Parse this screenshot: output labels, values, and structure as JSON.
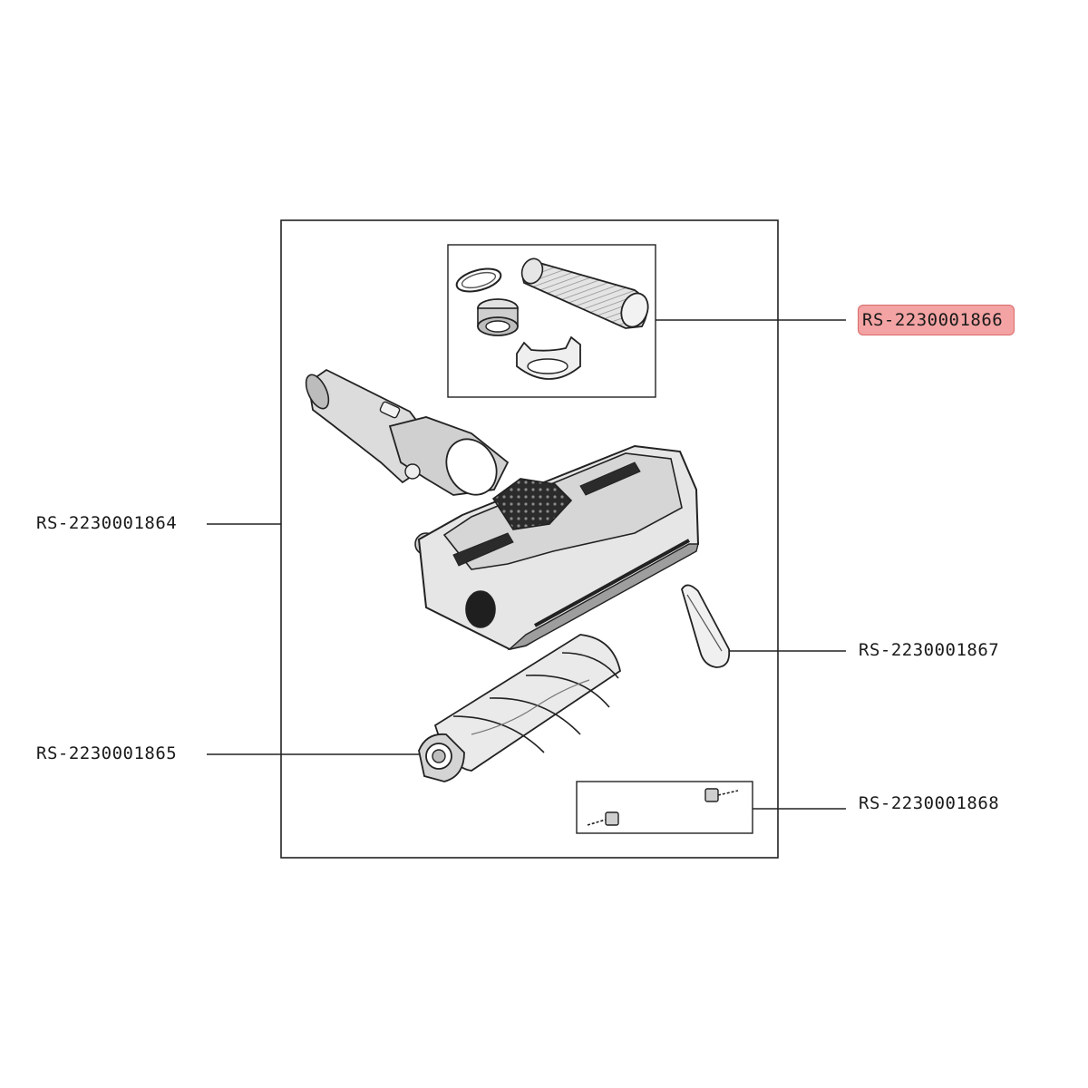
{
  "parts": [
    {
      "id": "1864",
      "label": "RS-2230001864"
    },
    {
      "id": "1865",
      "label": "RS-2230001865"
    },
    {
      "id": "1866",
      "label": "RS-2230001866",
      "highlighted": true
    },
    {
      "id": "1867",
      "label": "RS-2230001867"
    },
    {
      "id": "1868",
      "label": "RS-2230001868"
    }
  ],
  "colors": {
    "highlight_fill": "#f3a3a3",
    "highlight_border": "#d86a6a",
    "line": "#222222",
    "part_fill": "#dcdcdc",
    "part_dark": "#333333"
  }
}
